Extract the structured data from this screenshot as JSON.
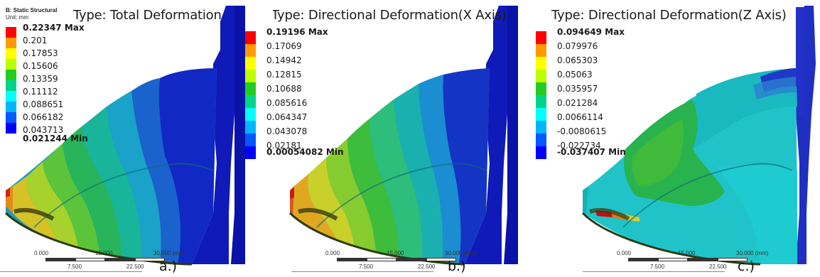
{
  "header": {
    "analysis": "B: Static Structural",
    "unit": "Unit: mm"
  },
  "panels": [
    {
      "title": "Type: Total Deformation",
      "label": "a.)",
      "legend": [
        "0.22347 Max",
        "0.201",
        "0.17853",
        "0.15606",
        "0.13359",
        "0.11112",
        "0.088651",
        "0.066182",
        "0.043713",
        "0.021244 Min"
      ]
    },
    {
      "title": "Type: Directional Deformation(X Axis)",
      "label": "b.)",
      "legend": [
        "0.19196 Max",
        "0.17069",
        "0.14942",
        "0.12815",
        "0.10688",
        "0.085616",
        "0.064347",
        "0.043078",
        "0.02181",
        "0.00054082 Min"
      ]
    },
    {
      "title": "Type: Directional Deformation(Z Axis)",
      "label": "c.)",
      "legend": [
        "0.094649 Max",
        "0.079976",
        "0.065303",
        "0.05063",
        "0.035957",
        "0.021284",
        "0.0066114",
        "-0.0080615",
        "-0.022734",
        "-0.037407 Min"
      ]
    }
  ],
  "scale_bar": {
    "top": [
      "0.000",
      "15.000",
      "30.000 (mm)"
    ],
    "bottom": [
      "7.500",
      "22.500"
    ]
  },
  "colors": {
    "legend_bands": [
      "#ff0000",
      "#ff9a00",
      "#ffff00",
      "#bbff00",
      "#22cc22",
      "#00d48a",
      "#00ffff",
      "#00b5ff",
      "#0058ff",
      "#0000ff"
    ],
    "model_blue": "#1c2fc8",
    "model_deep_blue": "#0c16b2"
  }
}
